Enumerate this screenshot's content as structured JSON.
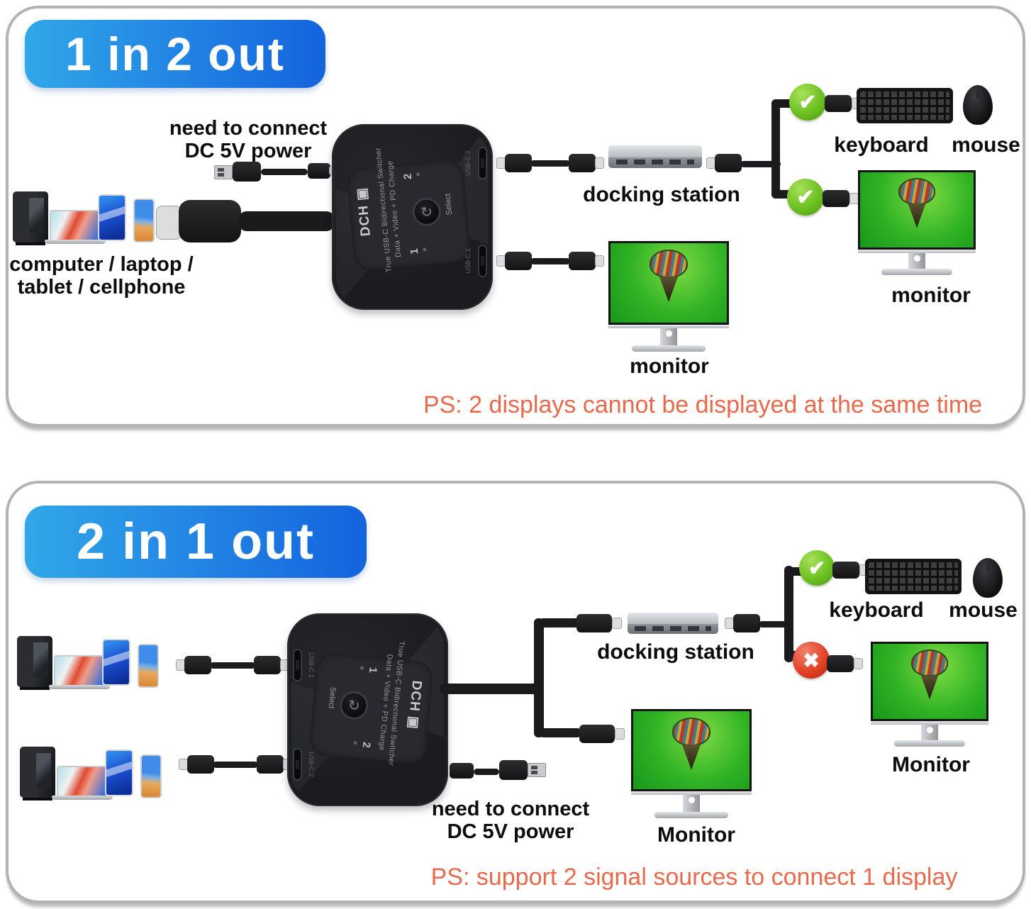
{
  "device": {
    "brand": "DCH ▣",
    "name_line1": "True USB-C Bidirectional Switcher",
    "name_line2": "Data + Video + PD Charge",
    "select_label": "Select",
    "select_glyph": "↻",
    "channel_1": "1",
    "channel_2": "2",
    "port_1_label": "USB-C 1",
    "port_2_label": "USB-C 2"
  },
  "marks": {
    "check_glyph": "✔",
    "cross_glyph": "✖"
  },
  "sections": [
    {
      "badge": "1 in 2 out",
      "power_note": {
        "line1": "need to connect",
        "line2": "DC 5V power"
      },
      "sources_label": {
        "line1": "computer / laptop /",
        "line2": "tablet / cellphone"
      },
      "docking_label": "docking station",
      "keyboard_label": "keyboard",
      "mouse_label": "mouse",
      "monitor_right_label": "monitor",
      "monitor_mid_label": "monitor",
      "ps_note": "PS: 2 displays cannot be displayed at the same time"
    },
    {
      "badge": "2 in 1 out",
      "power_note": {
        "line1": "need to connect",
        "line2": "DC 5V power"
      },
      "docking_label": "docking station",
      "keyboard_label": "keyboard",
      "mouse_label": "mouse",
      "monitor_right_label": "Monitor",
      "monitor_mid_label": "Monitor",
      "ps_note": "PS: support 2 signal sources to connect 1 display"
    }
  ],
  "colors": {
    "badge_gradient_start": "#31a7e9",
    "badge_gradient_end": "#1463dd",
    "ps_text": "#e8694b",
    "check_green": "#6cc021",
    "cross_red": "#e24227",
    "screen_green": "#2fb224",
    "panel_border": "#b3b3b3"
  }
}
